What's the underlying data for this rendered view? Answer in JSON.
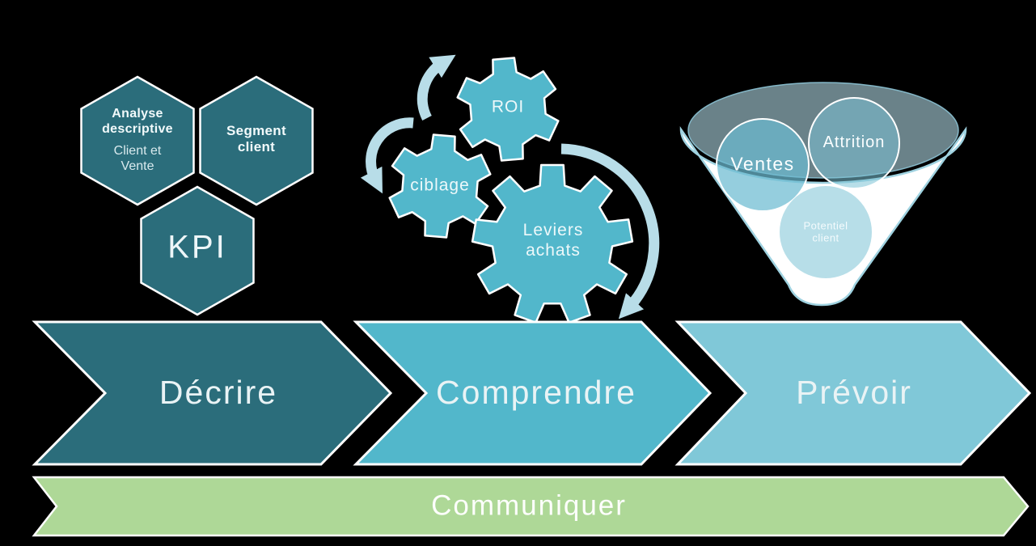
{
  "colors": {
    "background": "#000000",
    "dark_teal": "#2b6d7b",
    "medium_blue": "#52b7cb",
    "light_blue": "#80c8d8",
    "pale_blue": "#b8dde8",
    "funnel_circle_blue": "#6cbbd1",
    "green": "#aed897",
    "outline_white": "#ffffff"
  },
  "hexagons": {
    "analyse": {
      "title": "Analyse descriptive",
      "subtitle": "Client et Vente"
    },
    "segment": {
      "label": "Segment client"
    },
    "kpi": {
      "label": "KPI"
    }
  },
  "gears": {
    "roi": {
      "label": "ROI"
    },
    "ciblage": {
      "label": "ciblage"
    },
    "leviers": {
      "label": "Leviers achats"
    }
  },
  "funnel": {
    "ventes": {
      "label": "Ventes"
    },
    "attrition": {
      "label": "Attrition"
    },
    "potentiel": {
      "label": "Potentiel client"
    }
  },
  "steps": {
    "decrire": {
      "label": "Décrire"
    },
    "comprendre": {
      "label": "Comprendre"
    },
    "prevoir": {
      "label": "Prévoir"
    }
  },
  "banner": {
    "label": "Communiquer"
  }
}
